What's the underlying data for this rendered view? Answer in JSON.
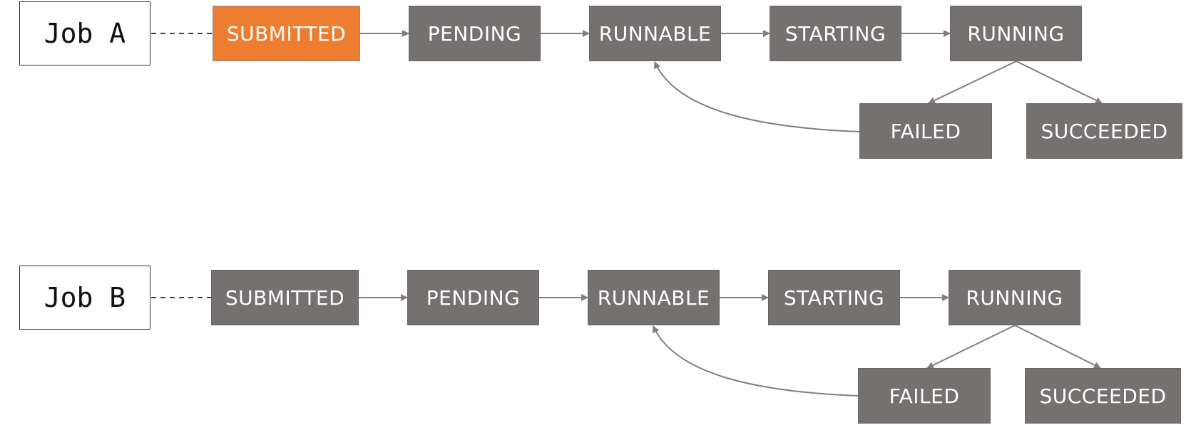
{
  "colors": {
    "state_fill": "#767171",
    "active_fill": "#ed7d31",
    "text": "#ffffff",
    "connector": "#7f7f7f"
  },
  "jobs": [
    {
      "label": "Job A",
      "active_state": "SUBMITTED",
      "states": {
        "submitted": "SUBMITTED",
        "pending": "PENDING",
        "runnable": "RUNNABLE",
        "starting": "STARTING",
        "running": "RUNNING",
        "failed": "FAILED",
        "succeeded": "SUCCEEDED"
      }
    },
    {
      "label": "Job B",
      "active_state": "",
      "states": {
        "submitted": "SUBMITTED",
        "pending": "PENDING",
        "runnable": "RUNNABLE",
        "starting": "STARTING",
        "running": "RUNNING",
        "failed": "FAILED",
        "succeeded": "SUCCEEDED"
      }
    }
  ]
}
